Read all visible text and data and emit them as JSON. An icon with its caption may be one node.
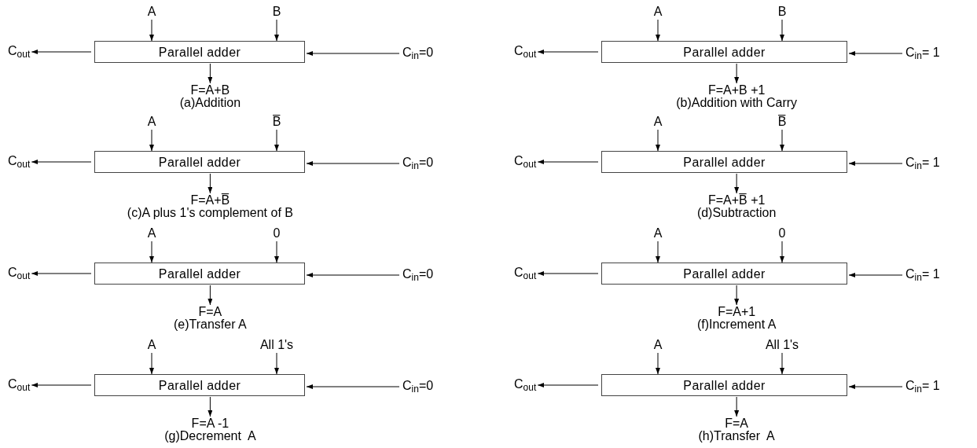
{
  "diagram": {
    "nodes": [
      {
        "text": [
          "A"
        ]
      },
      {
        "text": [
          "B"
        ]
      },
      {
        "text": [
          "Parallel adder"
        ]
      },
      {
        "text": [
          "C$_{out}$"
        ]
      },
      {
        "text": [
          "C$_{in}$=0"
        ]
      },
      {
        "text": [
          "F=A+B"
        ]
      },
      {
        "text": [
          "A"
        ]
      },
      {
        "text": [
          "B"
        ]
      },
      {
        "text": [
          "Parallel adder"
        ]
      },
      {
        "text": [
          "C$_{out}$"
        ]
      },
      {
        "text": [
          "C$_{in}$= 1"
        ]
      },
      {
        "text": [
          "F=A+B +1"
        ]
      },
      {
        "text": [
          "A"
        ]
      },
      {
        "text": [
          "B̅"
        ]
      },
      {
        "text": [
          "Parallel adder"
        ]
      },
      {
        "text": [
          "C$_{out}$"
        ]
      },
      {
        "text": [
          "C$_{in}$=0"
        ]
      },
      {
        "text": [
          "F=A+B̅"
        ]
      },
      {
        "text": [
          "A"
        ]
      },
      {
        "text": [
          "B̅"
        ]
      },
      {
        "text": [
          "Parallel adder"
        ]
      },
      {
        "text": [
          "C$_{out}$"
        ]
      },
      {
        "text": [
          "C$_{in}$= 1"
        ]
      },
      {
        "text": [
          "F=A+B̅ +1"
        ]
      },
      {
        "text": [
          "A"
        ]
      },
      {
        "text": [
          "0"
        ]
      },
      {
        "text": [
          "Parallel adder"
        ]
      },
      {
        "text": [
          "C$_{out}$"
        ]
      },
      {
        "text": [
          "C$_{in}$=0"
        ]
      },
      {
        "text": [
          "F=A"
        ]
      },
      {
        "text": [
          "A"
        ]
      },
      {
        "text": [
          "0"
        ]
      },
      {
        "text": [
          "Parallel adder"
        ]
      },
      {
        "text": [
          "C$_{out}$"
        ]
      },
      {
        "text": [
          "C$_{in}$= 1"
        ]
      },
      {
        "text": [
          "F=A+1"
        ]
      },
      {
        "text": [
          "A"
        ]
      },
      {
        "text": [
          "All 1's"
        ]
      },
      {
        "text": [
          "Parallel adder"
        ]
      },
      {
        "text": [
          "C$_{out}$"
        ]
      },
      {
        "text": [
          "C$_{in}$=0"
        ]
      },
      {
        "text": [
          "F=A -1"
        ]
      },
      {
        "text": [
          "A"
        ]
      },
      {
        "text": [
          "All 1's"
        ]
      },
      {
        "text": [
          "Parallel adder"
        ]
      },
      {
        "text": [
          "C$_{out}$"
        ]
      },
      {
        "text": [
          "C$_{in}$= 1"
        ]
      },
      {
        "text": [
          "F=A"
        ]
      }
    ],
    "edges": [
      {
        "from": 0,
        "to": 2,
        "arrow": "to"
      },
      {
        "from": 1,
        "to": 2,
        "arrow": "to"
      },
      {
        "from": 2,
        "to": 3,
        "arrow": "to"
      },
      {
        "from": 4,
        "to": 2,
        "arrow": "to"
      },
      {
        "from": 2,
        "to": 5,
        "arrow": "to"
      },
      {
        "from": 6,
        "to": 8,
        "arrow": "to"
      },
      {
        "from": 7,
        "to": 8,
        "arrow": "to"
      },
      {
        "from": 8,
        "to": 9,
        "arrow": "to"
      },
      {
        "from": 10,
        "to": 8,
        "arrow": "to"
      },
      {
        "from": 8,
        "to": 11,
        "arrow": "to"
      },
      {
        "from": 12,
        "to": 14,
        "arrow": "to"
      },
      {
        "from": 13,
        "to": 14,
        "arrow": "to"
      },
      {
        "from": 14,
        "to": 15,
        "arrow": "to"
      },
      {
        "from": 16,
        "to": 14,
        "arrow": "to"
      },
      {
        "from": 14,
        "to": 17,
        "arrow": "to"
      },
      {
        "from": 18,
        "to": 20,
        "arrow": "to"
      },
      {
        "from": 19,
        "to": 20,
        "arrow": "to"
      },
      {
        "from": 20,
        "to": 21,
        "arrow": "to"
      },
      {
        "from": 22,
        "to": 20,
        "arrow": "to"
      },
      {
        "from": 20,
        "to": 23,
        "arrow": "to"
      },
      {
        "from": 24,
        "to": 26,
        "arrow": "to"
      },
      {
        "from": 25,
        "to": 26,
        "arrow": "to"
      },
      {
        "from": 26,
        "to": 27,
        "arrow": "to"
      },
      {
        "from": 28,
        "to": 26,
        "arrow": "to"
      },
      {
        "from": 26,
        "to": 29,
        "arrow": "to"
      },
      {
        "from": 30,
        "to": 32,
        "arrow": "to"
      },
      {
        "from": 31,
        "to": 32,
        "arrow": "to"
      },
      {
        "from": 32,
        "to": 33,
        "arrow": "to"
      },
      {
        "from": 34,
        "to": 32,
        "arrow": "to"
      },
      {
        "from": 32,
        "to": 35,
        "arrow": "to"
      },
      {
        "from": 36,
        "to": 38,
        "arrow": "to"
      },
      {
        "from": 37,
        "to": 38,
        "arrow": "to"
      },
      {
        "from": 38,
        "to": 39,
        "arrow": "to"
      },
      {
        "from": 40,
        "to": 38,
        "arrow": "to"
      },
      {
        "from": 38,
        "to": 41,
        "arrow": "to"
      },
      {
        "from": 42,
        "to": 44,
        "arrow": "to"
      },
      {
        "from": 43,
        "to": 44,
        "arrow": "to"
      },
      {
        "from": 44,
        "to": 45,
        "arrow": "to"
      },
      {
        "from": 46,
        "to": 44,
        "arrow": "to"
      },
      {
        "from": 44,
        "to": 47,
        "arrow": "to"
      }
    ],
    "labels": [
      "(a)Addition",
      "(b)Addition with Carry",
      "(c)A plus 1's complement of B",
      "(d)Subtraction",
      "(e)Transfer A",
      "(f)Increment A",
      "(g)Decrement  A",
      "(h)Transfer  A"
    ]
  }
}
